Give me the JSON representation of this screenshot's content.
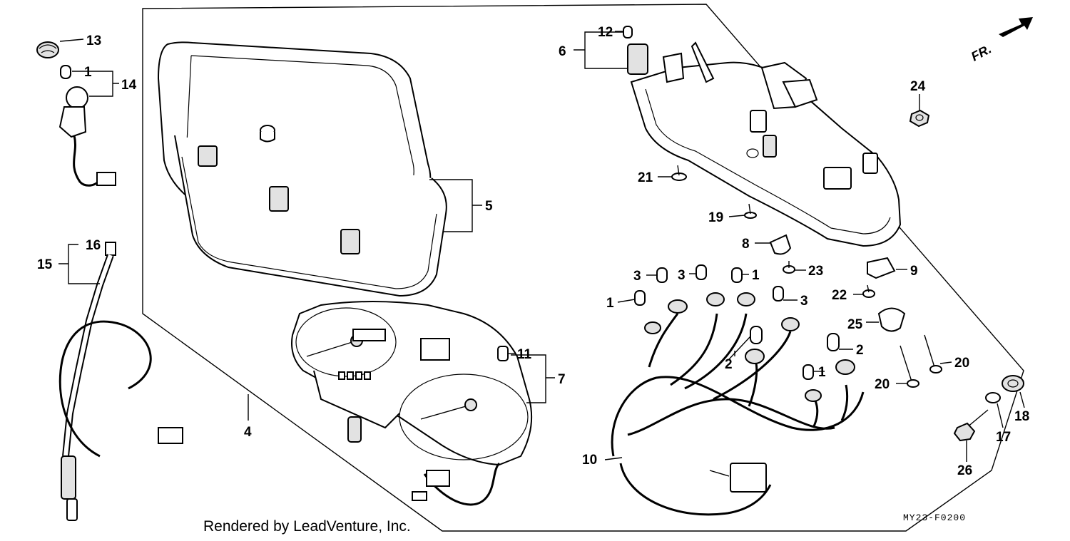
{
  "diagram": {
    "credit": "Rendered by LeadVenture, Inc.",
    "diagram_code": "MY23-F0200",
    "direction_label": "FR.",
    "colors": {
      "line": "#000000",
      "background": "#ffffff",
      "shade": "#e2e2e2"
    },
    "callouts": {
      "c13": "13",
      "c1a": "1",
      "c14": "14",
      "c16": "16",
      "c15": "15",
      "c5": "5",
      "c4": "4",
      "c11": "11",
      "c7": "7",
      "c12": "12",
      "c6": "6",
      "c24": "24",
      "c21": "21",
      "c19": "19",
      "c8": "8",
      "c9": "9",
      "c23": "23",
      "c3a": "3",
      "c3b": "3",
      "c1b": "1",
      "c1c": "1",
      "c3c": "3",
      "c22": "22",
      "c25": "25",
      "c2a": "2",
      "c2b": "2",
      "c1d": "1",
      "c20a": "20",
      "c20b": "20",
      "c18": "18",
      "c17": "17",
      "c10": "10",
      "c26": "26"
    }
  }
}
